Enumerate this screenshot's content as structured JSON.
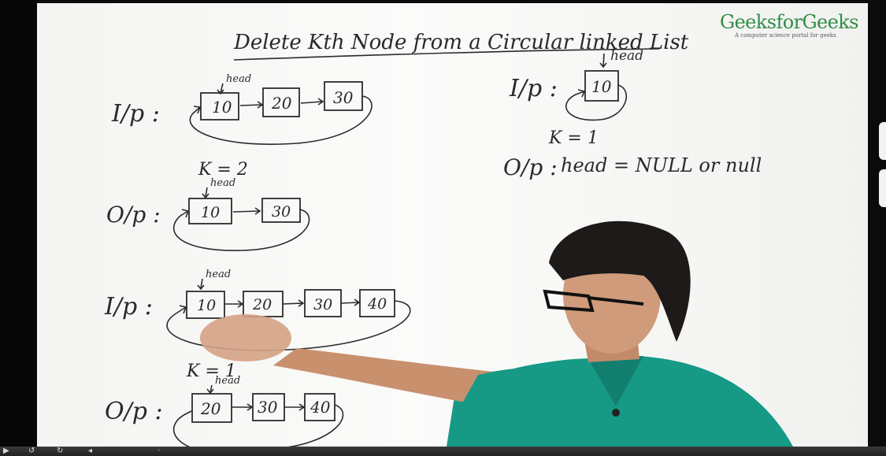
{
  "logo": {
    "name": "GeeksforGeeks",
    "tagline": "A computer science portal for geeks",
    "color": "#2f8d46"
  },
  "board": {
    "title": "Delete Kth Node from a Circular linked List",
    "head_label": "head",
    "examples": [
      {
        "input_label": "I/p :",
        "input_nodes": [
          "10",
          "20",
          "30"
        ],
        "k": "K = 2",
        "output_label": "O/p :",
        "output_nodes": [
          "10",
          "30"
        ]
      },
      {
        "input_label": "I/p :",
        "input_nodes": [
          "10",
          "20",
          "30",
          "40"
        ],
        "k": "K = 1",
        "output_label": "O/p :",
        "output_nodes": [
          "20",
          "30",
          "40"
        ]
      },
      {
        "input_label": "I/p :",
        "input_nodes": [
          "10"
        ],
        "k": "K = 1",
        "output_label": "O/p :",
        "output_text": "head = NULL or null"
      }
    ]
  },
  "colors": {
    "marker": "#2b2b2b",
    "shirt": "#169a86",
    "board": "#f6f6f4"
  }
}
